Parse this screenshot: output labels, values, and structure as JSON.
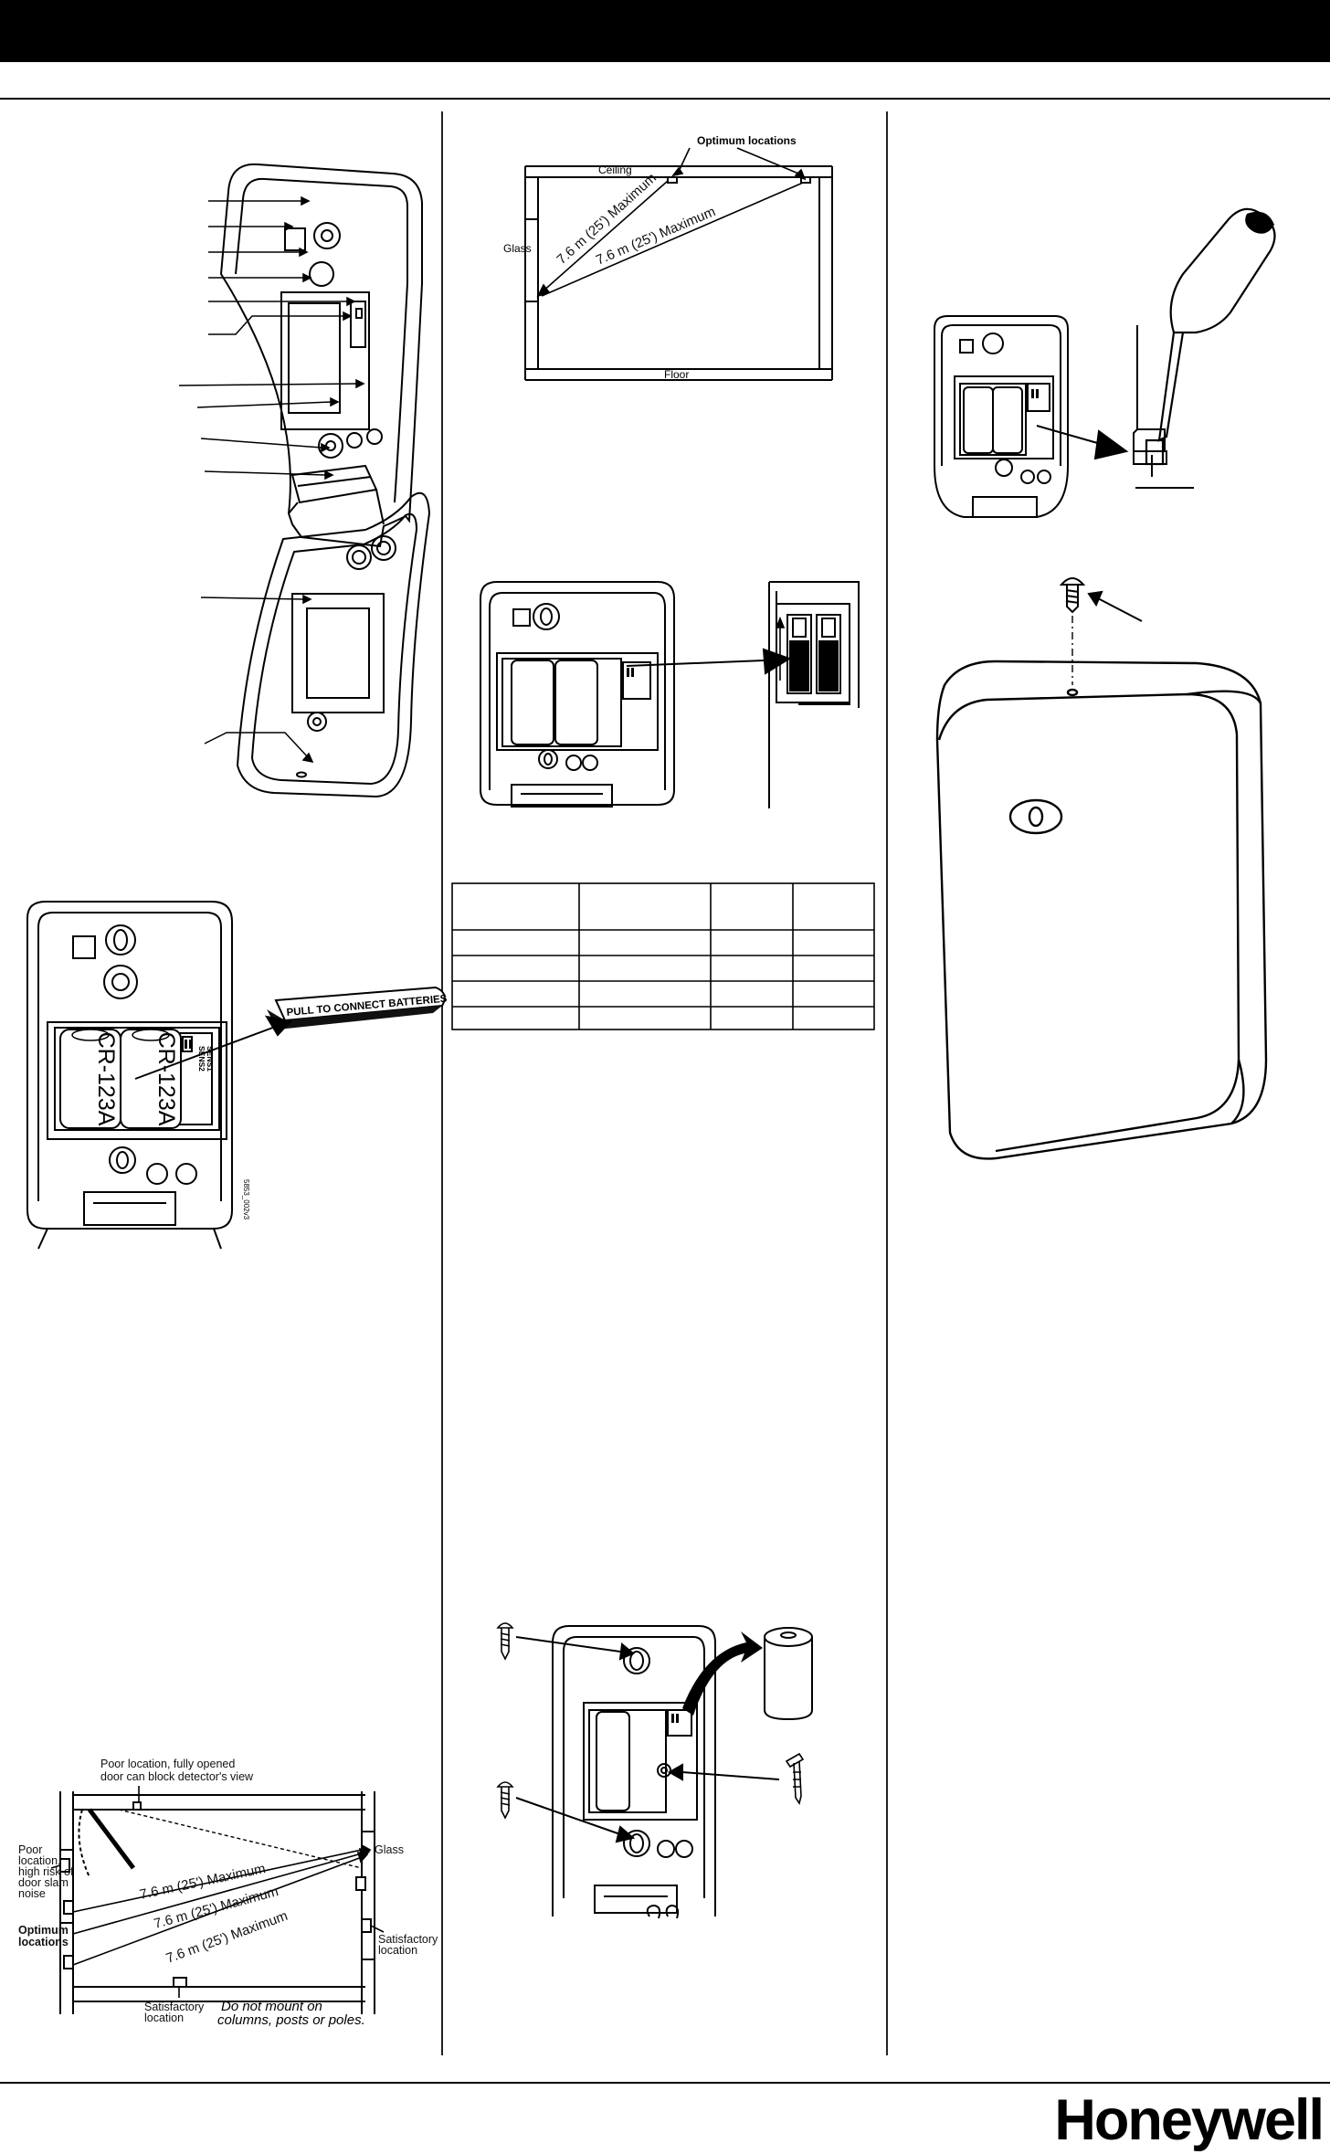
{
  "room_diagram_top": {
    "ceiling": "Ceiling",
    "floor": "Floor",
    "glass": "Glass",
    "optimum_locations": "Optimum locations",
    "max_distance": "7.6 m (25') Maximum"
  },
  "battery_tab": {
    "pull_label": "PULL TO CONNECT BATTERIES",
    "battery_left": "CR-123A",
    "battery_right": "CR-123A",
    "switch_label_1": "SENS1",
    "switch_label_2": "SENS2",
    "figure_code": "5853_002v3"
  },
  "floor_plan": {
    "poor_door_view": "Poor location, fully opened door can block detector's view",
    "poor_slam": [
      "Poor",
      "location,",
      "high risk of",
      "door slam",
      "noise"
    ],
    "optimum": [
      "Optimum",
      "locations"
    ],
    "glass": "Glass",
    "satisfactory_right": [
      "Satisfactory",
      "location"
    ],
    "satisfactory_bottom": [
      "Satisfactory",
      "location"
    ],
    "max_distance": "7.6 m (25') Maximum",
    "no_mount": [
      "Do not mount on",
      "columns, posts or poles."
    ]
  },
  "brand": {
    "name": "Honeywell"
  },
  "colors": {
    "ink": "#000000",
    "paper": "#ffffff"
  }
}
